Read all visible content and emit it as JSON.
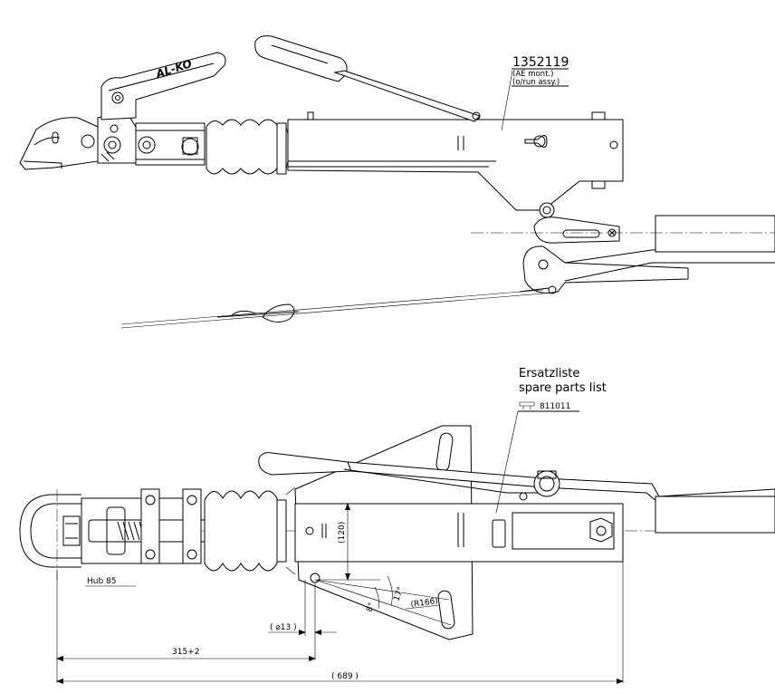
{
  "top_view": {
    "part_number": "1352119",
    "note_line1": "(AE mont.)",
    "note_line2": "(o/run assy.)",
    "brand": "AL-KO"
  },
  "spare_parts": {
    "label_de": "Ersatzliste",
    "label_en": "spare parts list",
    "number": "811011"
  },
  "dimensions": {
    "stroke": "Hub 85",
    "hole": "( ⌀13 )",
    "length_a": "315+2",
    "length_total": "( 689 )",
    "height": "(120)",
    "angle_a": "8°",
    "angle_b": "17°",
    "radius": "(R166)"
  }
}
